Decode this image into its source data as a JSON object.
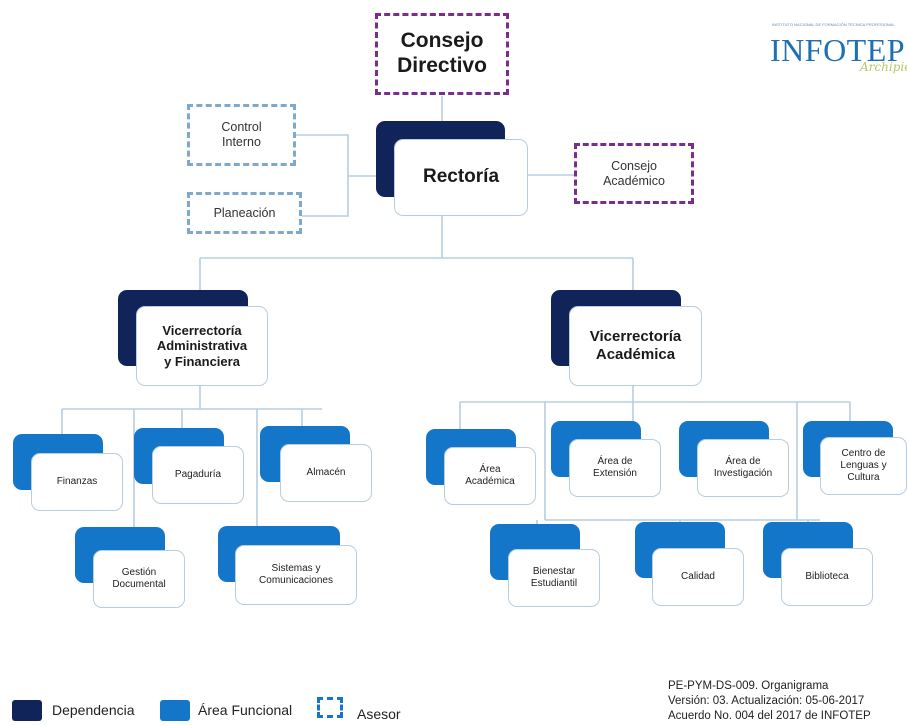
{
  "logo": {
    "tagline": "INSTITUTO NACIONAL DE FORMACIÓN TÉCNICA PROFESIONAL",
    "name": "INFOTEP",
    "script": "Archipiélago"
  },
  "nodes": {
    "consejo_directivo": "Consejo\nDirectivo",
    "control_interno": "Control\nInterno",
    "planeacion": "Planeación",
    "rectoria": "Rectoría",
    "consejo_academico": "Consejo\nAcadémico",
    "vice_admin": "Vicerrectoría\nAdministrativa\ny Financiera",
    "vice_academica": "Vicerrectoría\nAcadémica",
    "finanzas": "Finanzas",
    "pagaduria": "Pagaduría",
    "almacen": "Almacén",
    "gestion_documental": "Gestión\nDocumental",
    "sistemas": "Sistemas y\nComunicaciones",
    "area_academica": "Área\nAcadémica",
    "area_extension": "Área de\nExtensión",
    "area_investigacion": "Área de\nInvestigación",
    "centro_lenguas": "Centro de\nLenguas y\nCultura",
    "bienestar": "Bienestar\nEstudiantil",
    "calidad": "Calidad",
    "biblioteca": "Biblioteca"
  },
  "legend": {
    "dependencia": "Dependencia",
    "area_funcional": "Área Funcional",
    "asesor": "Asesor"
  },
  "doc_info": {
    "line1": "PE-PYM-DS-009.  Organigrama",
    "line2": "Versión: 03.  Actualización: 05-06-2017",
    "line3": "Acuerdo No. 004 del 2017 de INFOTEP"
  },
  "colors": {
    "dependencia": "#10245a",
    "area_funcional": "#1476c8",
    "asesor_superior": "#7b2d8e",
    "asesor_interno": "#7ea9cc",
    "connector": "#b7cde0"
  }
}
